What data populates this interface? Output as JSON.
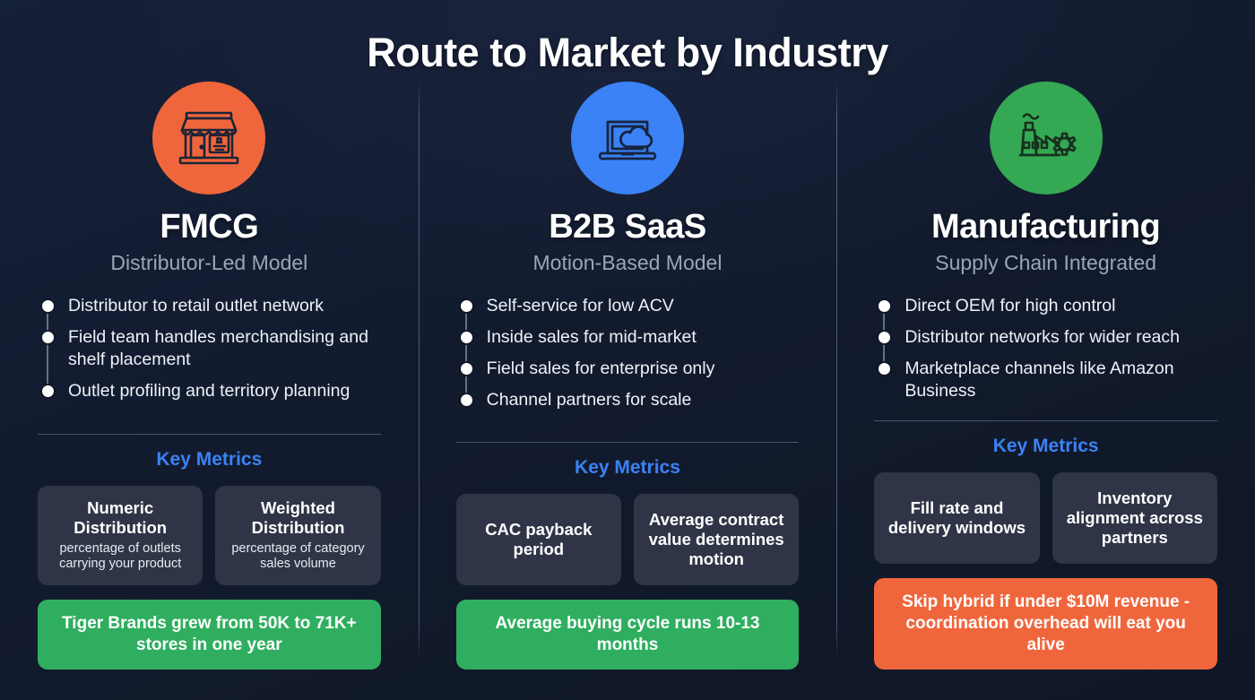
{
  "page": {
    "title": "Route to Market by Industry",
    "background_color": "#131d32",
    "accent_blue": "#3b82f6"
  },
  "columns": [
    {
      "icon_name": "storefront-icon",
      "icon_color": "#f0663c",
      "title": "FMCG",
      "subtitle": "Distributor-Led Model",
      "bullets": [
        "Distributor to retail outlet network",
        "Field team handles merchandising and shelf placement",
        "Outlet profiling and territory planning"
      ],
      "key_metrics_label": "Key Metrics",
      "metrics": [
        {
          "title": "Numeric Distribution",
          "desc": "percentage of outlets carrying your product"
        },
        {
          "title": "Weighted Distribution",
          "desc": "percentage of category sales volume"
        }
      ],
      "banner": {
        "text": "Tiger Brands grew from 50K to 71K+ stores in one year",
        "color": "#2fae5f",
        "tone": "green"
      }
    },
    {
      "icon_name": "cloud-laptop-icon",
      "icon_color": "#3b82f6",
      "title": "B2B SaaS",
      "subtitle": "Motion-Based Model",
      "bullets": [
        "Self-service for low ACV",
        "Inside sales for mid-market",
        "Field sales for enterprise only",
        "Channel partners for scale"
      ],
      "key_metrics_label": "Key Metrics",
      "metrics": [
        {
          "title": "CAC payback period",
          "desc": ""
        },
        {
          "title": "Average contract value determines motion",
          "desc": ""
        }
      ],
      "banner": {
        "text": "Average buying cycle runs 10-13 months",
        "color": "#2fae5f",
        "tone": "green"
      }
    },
    {
      "icon_name": "factory-gear-icon",
      "icon_color": "#34a853",
      "title": "Manufacturing",
      "subtitle": "Supply Chain Integrated",
      "bullets": [
        "Direct OEM for high control",
        "Distributor networks for wider reach",
        "Marketplace channels like Amazon Business"
      ],
      "key_metrics_label": "Key Metrics",
      "metrics": [
        {
          "title": "Fill rate and delivery windows",
          "desc": ""
        },
        {
          "title": "Inventory alignment across partners",
          "desc": ""
        }
      ],
      "banner": {
        "text": "Skip hybrid if under $10M revenue - coordination overhead will eat you alive",
        "color": "#f0663c",
        "tone": "orange"
      }
    }
  ]
}
